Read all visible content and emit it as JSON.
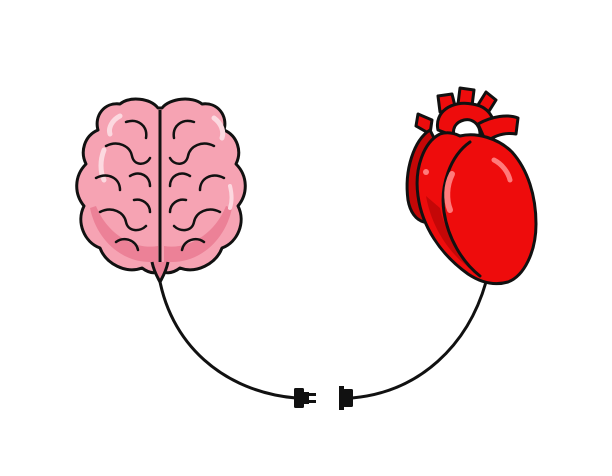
{
  "illustration": {
    "left_organ": "brain",
    "right_organ": "heart",
    "connector": "unplugged-cable",
    "colors": {
      "background": "#ffffff",
      "outline": "#111111",
      "brain_fill": "#f6a3b3",
      "brain_shadow": "#ec8197",
      "brain_highlight": "#fcd9e0",
      "heart_fill": "#ee0c0c",
      "heart_shadow": "#c40707",
      "heart_highlight": "#ff7a7a",
      "cable": "#111111"
    },
    "icons": [
      "brain-icon",
      "heart-icon",
      "plug-male-icon",
      "plug-socket-icon"
    ]
  }
}
